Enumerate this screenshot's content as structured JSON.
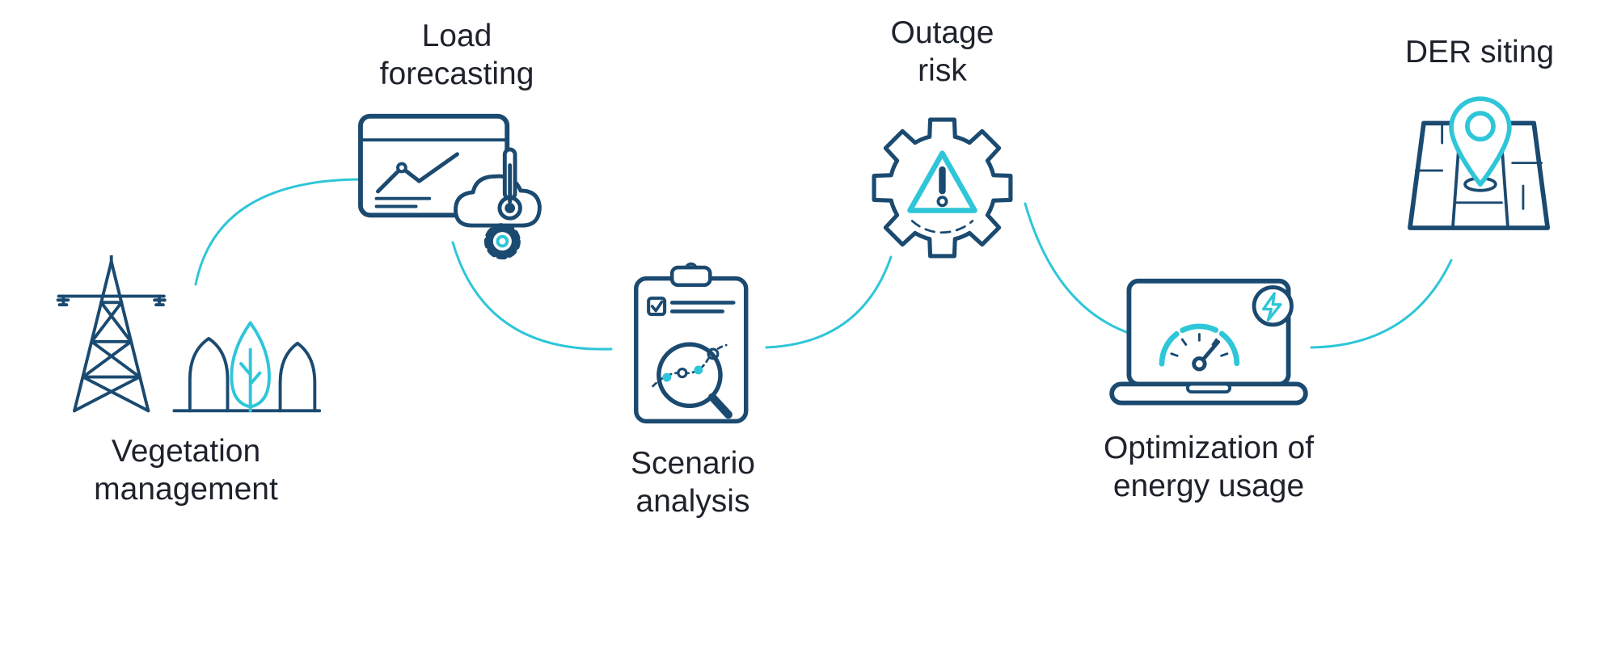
{
  "diagram": {
    "items": [
      {
        "label": "Vegetation management",
        "icon": "transmission-tower-trees-icon"
      },
      {
        "label": "Load forecasting",
        "icon": "forecast-window-cloud-thermometer-gear-icon"
      },
      {
        "label": "Scenario analysis",
        "icon": "clipboard-checklist-magnifier-icon"
      },
      {
        "label": "Outage risk",
        "icon": "gear-warning-triangle-icon"
      },
      {
        "label": "Optimization of energy usage",
        "icon": "laptop-gauge-lightning-icon"
      },
      {
        "label": "DER siting",
        "icon": "map-location-pin-icon"
      }
    ],
    "colors": {
      "navy": "#1b4a70",
      "cyan": "#2ec6d8",
      "text": "#1e222b",
      "background": "#ffffff"
    }
  }
}
